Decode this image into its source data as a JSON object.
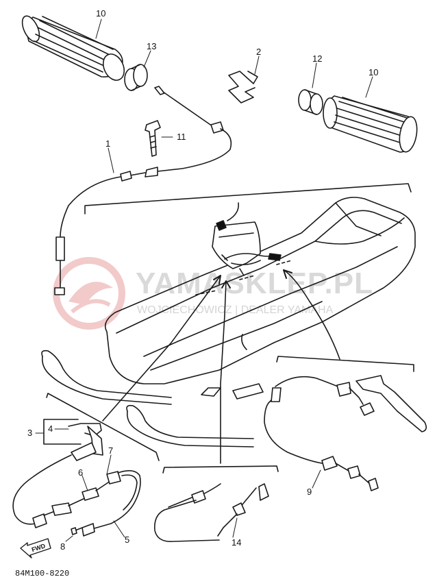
{
  "watermark": {
    "main": "YAMASKLEP.PL",
    "sub": "WOJCIECHOWICZ | DEALER YAMAHA"
  },
  "diagram_code": "84M100-8220",
  "fwd_label": "FWD",
  "callouts": {
    "c10a": "10",
    "c13": "13",
    "c2": "2",
    "c12": "12",
    "c10b": "10",
    "c11": "11",
    "c1": "1",
    "c3": "3",
    "c4": "4",
    "c7": "7",
    "c6": "6",
    "c5": "5",
    "c8": "8",
    "c14": "14",
    "c9": "9"
  },
  "colors": {
    "ink": "#1a1a1a",
    "watermark_logo": "#e8b4b4"
  }
}
